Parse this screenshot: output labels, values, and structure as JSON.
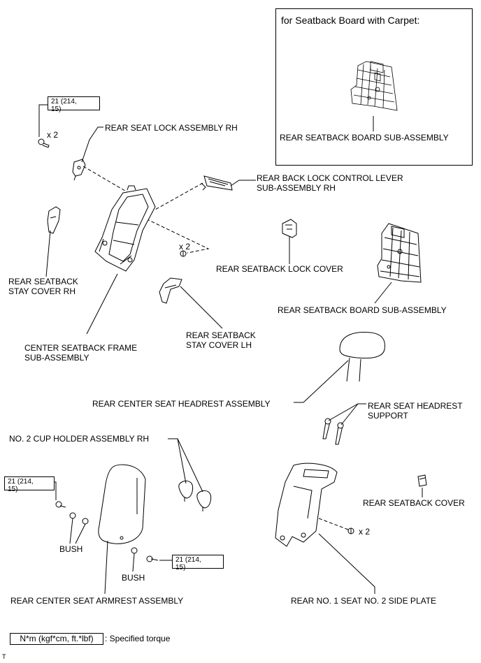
{
  "inset": {
    "title": "for Seatback Board with Carpet:",
    "part_label": "REAR SEATBACK BOARD SUB-ASSEMBLY"
  },
  "parts": {
    "lock_rh": "REAR SEAT LOCK ASSEMBLY RH",
    "lever_rh_1": "REAR BACK LOCK CONTROL LEVER",
    "lever_rh_2": "SUB-ASSEMBLY RH",
    "stay_rh_1": "REAR SEATBACK",
    "stay_rh_2": "STAY COVER RH",
    "lock_cover": "REAR SEATBACK LOCK COVER",
    "board": "REAR SEATBACK BOARD SUB-ASSEMBLY",
    "frame_1": "CENTER SEATBACK FRAME",
    "frame_2": "SUB-ASSEMBLY",
    "stay_lh_1": "REAR SEATBACK",
    "stay_lh_2": "STAY COVER LH",
    "headrest": "REAR CENTER SEAT HEADREST ASSEMBLY",
    "headrest_support_1": "REAR SEAT HEADREST",
    "headrest_support_2": "SUPPORT",
    "cup_holder": "NO. 2 CUP HOLDER ASSEMBLY RH",
    "seatback_cover": "REAR SEATBACK COVER",
    "bush_1": "BUSH",
    "bush_2": "BUSH",
    "armrest": "REAR CENTER SEAT ARMREST ASSEMBLY",
    "side_plate": "REAR NO. 1 SEAT NO. 2 SIDE PLATE"
  },
  "quantities": {
    "q1": "x 2",
    "q2": "x 2",
    "q3": "x 2"
  },
  "torques": {
    "t1_a": "21 (214,",
    "t1_b": "15)",
    "t2_a": "21 (214,",
    "t2_b": "15)",
    "t3_a": "21 (214,",
    "t3_b": "15)"
  },
  "legend": {
    "unit": "N*m (kgf*cm, ft.*lbf)",
    "meaning": ": Specified torque"
  },
  "footer": {
    "mark": "T"
  }
}
